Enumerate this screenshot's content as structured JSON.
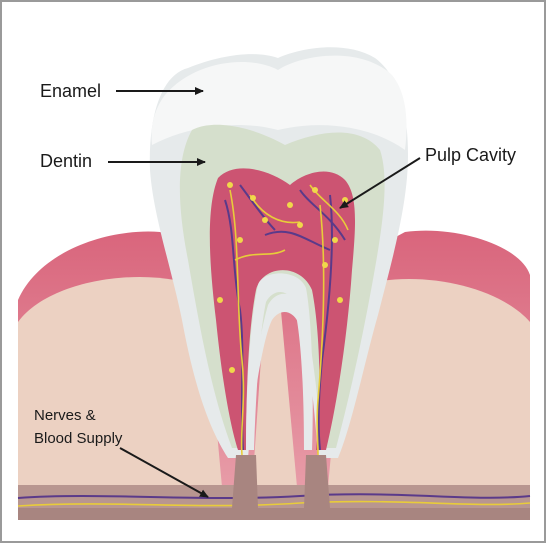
{
  "labels": {
    "enamel": "Enamel",
    "dentin": "Dentin",
    "pulp_cavity": "Pulp Cavity",
    "nerves_line1": "Nerves &",
    "nerves_line2": "Blood Supply"
  },
  "colors": {
    "frame": "#9a9a9a",
    "enamel": "#eef1f2",
    "dentin": "#d5dfcc",
    "pulp": "#cc5472",
    "gum": "#d8697f",
    "gum_light": "#efd2c6",
    "bone": "#ecd1c2",
    "nerve": "#e8cc3a",
    "vessel": "#5a3a8a",
    "arrow": "#1a1a1a"
  }
}
